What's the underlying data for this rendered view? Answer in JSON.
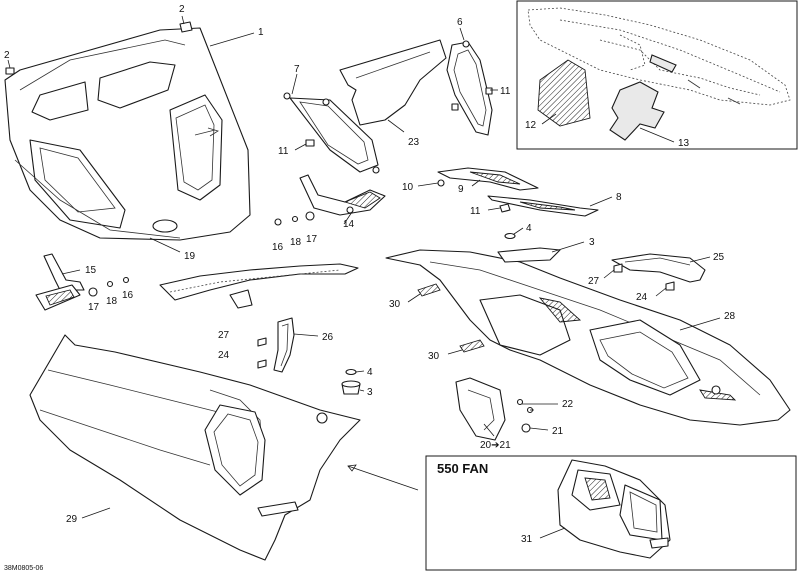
{
  "callouts": {
    "n1": "1",
    "n2a": "2",
    "n2b": "2",
    "n3a": "3",
    "n3b": "3",
    "n4a": "4",
    "n4b": "4",
    "n6": "6",
    "n7": "7",
    "n8": "8",
    "n9": "9",
    "n10": "10",
    "n11a": "11",
    "n11b": "11",
    "n11c": "11",
    "n12": "12",
    "n13": "13",
    "n14": "14",
    "n15": "15",
    "n16a": "16",
    "n16b": "16",
    "n17a": "17",
    "n17b": "17",
    "n18a": "18",
    "n18b": "18",
    "n19": "19",
    "n2021": "20➔21",
    "n21": "21",
    "n22": "22",
    "n23": "23",
    "n24a": "24",
    "n24b": "24",
    "n25": "25",
    "n26": "26",
    "n27a": "27",
    "n27b": "27",
    "n28": "28",
    "n29": "29",
    "n30a": "30",
    "n30b": "30",
    "n31": "31"
  },
  "fan_box_title": "550 FAN",
  "drawing_ref": "38M0805-06"
}
